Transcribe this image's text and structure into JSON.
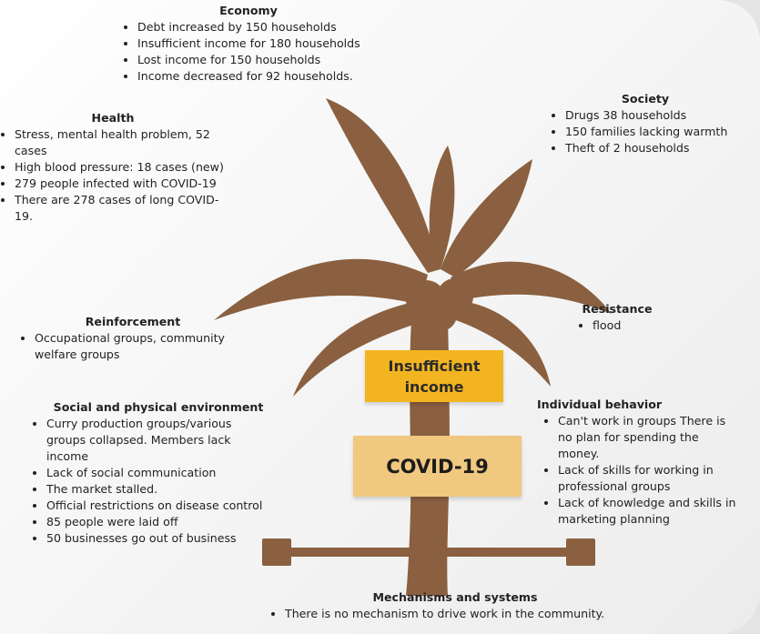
{
  "economy": {
    "title": "Economy",
    "items": [
      "Debt increased by 150 households",
      "Insufficient income for 180 households",
      "Lost income for 150 households",
      "Income decreased for 92 households."
    ]
  },
  "health": {
    "title": "Health",
    "items": [
      "Stress, mental health problem, 52 cases",
      "High blood pressure: 18 cases (new)",
      "279 people infected with COVID-19",
      "There are 278 cases of long COVID-19."
    ]
  },
  "society": {
    "title": "Society",
    "items": [
      "Drugs 38 households",
      "150 families lacking warmth",
      "Theft of 2 households"
    ]
  },
  "resistance": {
    "title": "Resistance",
    "items": [
      "flood"
    ]
  },
  "reinforcement": {
    "title": "Reinforcement",
    "items": [
      "Occupational groups, community welfare groups"
    ]
  },
  "social_env": {
    "title": "Social and physical environment",
    "items": [
      "Curry production groups/various groups collapsed. Members lack income",
      "Lack of social communication",
      "The market stalled.",
      "Official restrictions on disease control",
      "85 people were laid off",
      "50 businesses go out of business"
    ]
  },
  "individual": {
    "title": "Individual behavior",
    "items": [
      "Can't work in groups There is no plan for spending the money.",
      "Lack of skills for working in professional groups",
      "Lack of knowledge and skills in marketing planning"
    ]
  },
  "mechanisms": {
    "title": "Mechanisms and systems",
    "items": [
      "There is no mechanism to drive work in the community."
    ]
  },
  "signs": {
    "income_line1": "Insufficient",
    "income_line2": "income",
    "covid": "COVID-19"
  },
  "colors": {
    "tree": "#8a6040",
    "income_sign": "#f2b421",
    "covid_sign": "#f0c880"
  }
}
